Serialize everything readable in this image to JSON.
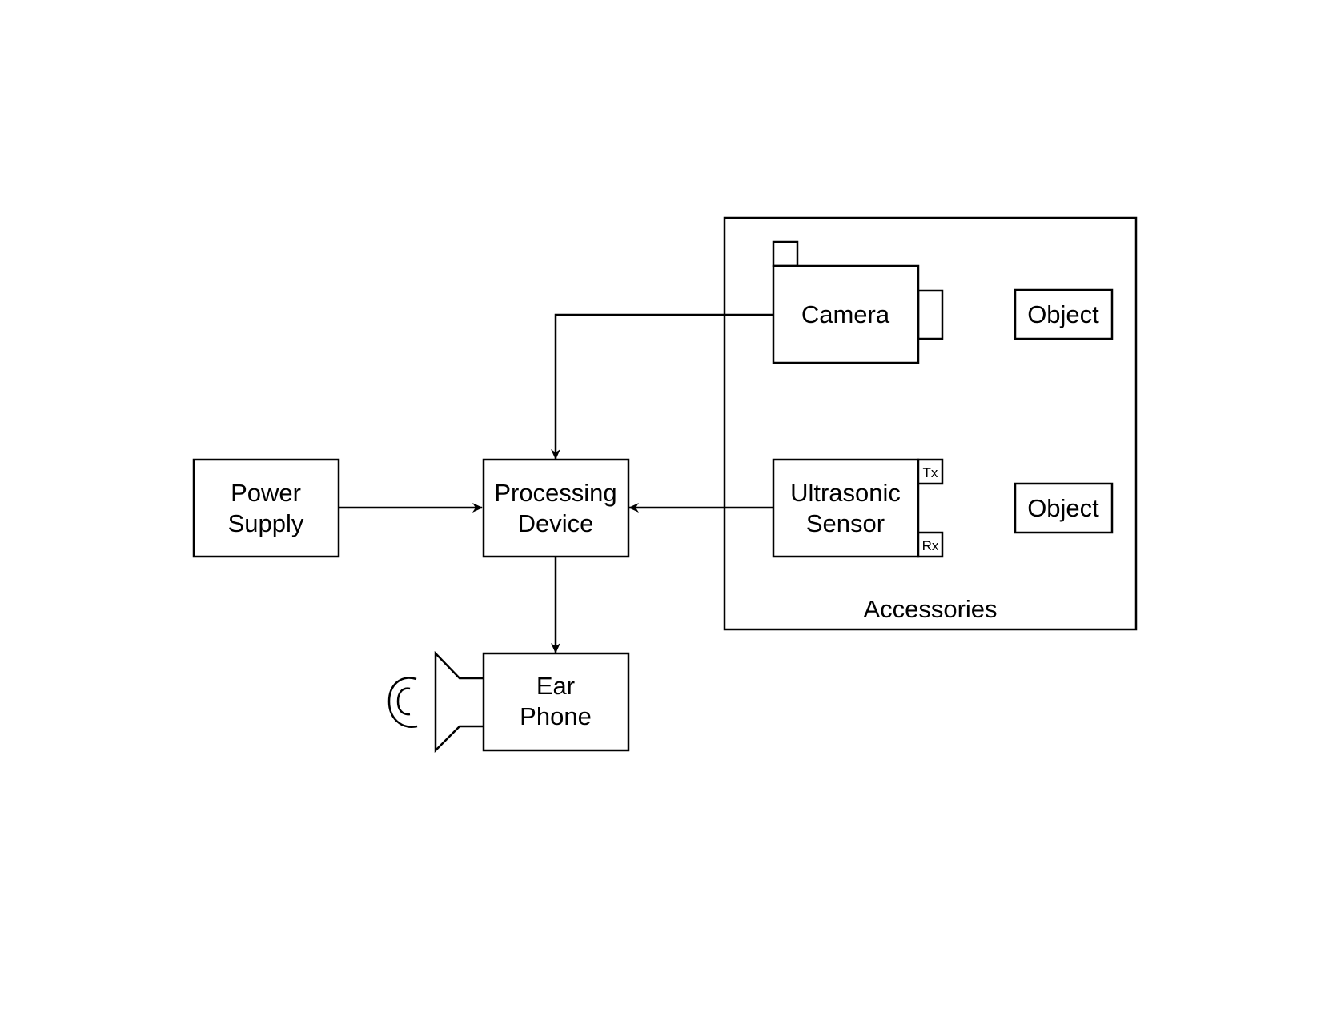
{
  "blocks": {
    "power_supply": {
      "line1": "Power",
      "line2": "Supply"
    },
    "processing_device": {
      "line1": "Processing",
      "line2": "Device"
    },
    "ear_phone": {
      "line1": "Ear",
      "line2": "Phone"
    },
    "camera": {
      "label": "Camera"
    },
    "ultrasonic_sensor": {
      "line1": "Ultrasonic",
      "line2": "Sensor",
      "tx": "Tx",
      "rx": "Rx"
    },
    "object_top": {
      "label": "Object"
    },
    "object_bottom": {
      "label": "Object"
    }
  },
  "accessories": {
    "label": "Accessories"
  },
  "connections": [
    {
      "from": "power_supply",
      "to": "processing_device"
    },
    {
      "from": "camera",
      "to": "processing_device"
    },
    {
      "from": "ultrasonic_sensor",
      "to": "processing_device"
    },
    {
      "from": "processing_device",
      "to": "ear_phone"
    }
  ]
}
